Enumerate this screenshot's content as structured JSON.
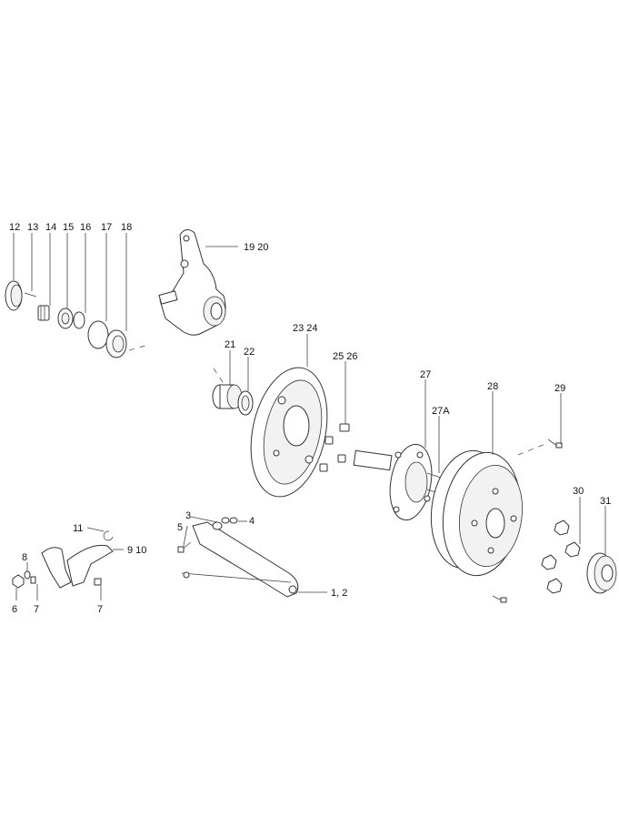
{
  "labels": {
    "p12": "12",
    "p13": "13",
    "p14": "14",
    "p15": "15",
    "p16": "16",
    "p17": "17",
    "p18": "18",
    "p19_20": "19  20",
    "p21": "21",
    "p22": "22",
    "p23_24": "23  24",
    "p25_26": "25  26",
    "p27": "27",
    "p27a": "27A",
    "p28": "28",
    "p29": "29",
    "p30": "30",
    "p31": "31",
    "p1_2": "1, 2",
    "p3": "3",
    "p4": "4",
    "p5": "5",
    "p6": "6",
    "p7a": "7",
    "p7b": "7",
    "p8": "8",
    "p9_10": "9  10",
    "p11": "11"
  }
}
